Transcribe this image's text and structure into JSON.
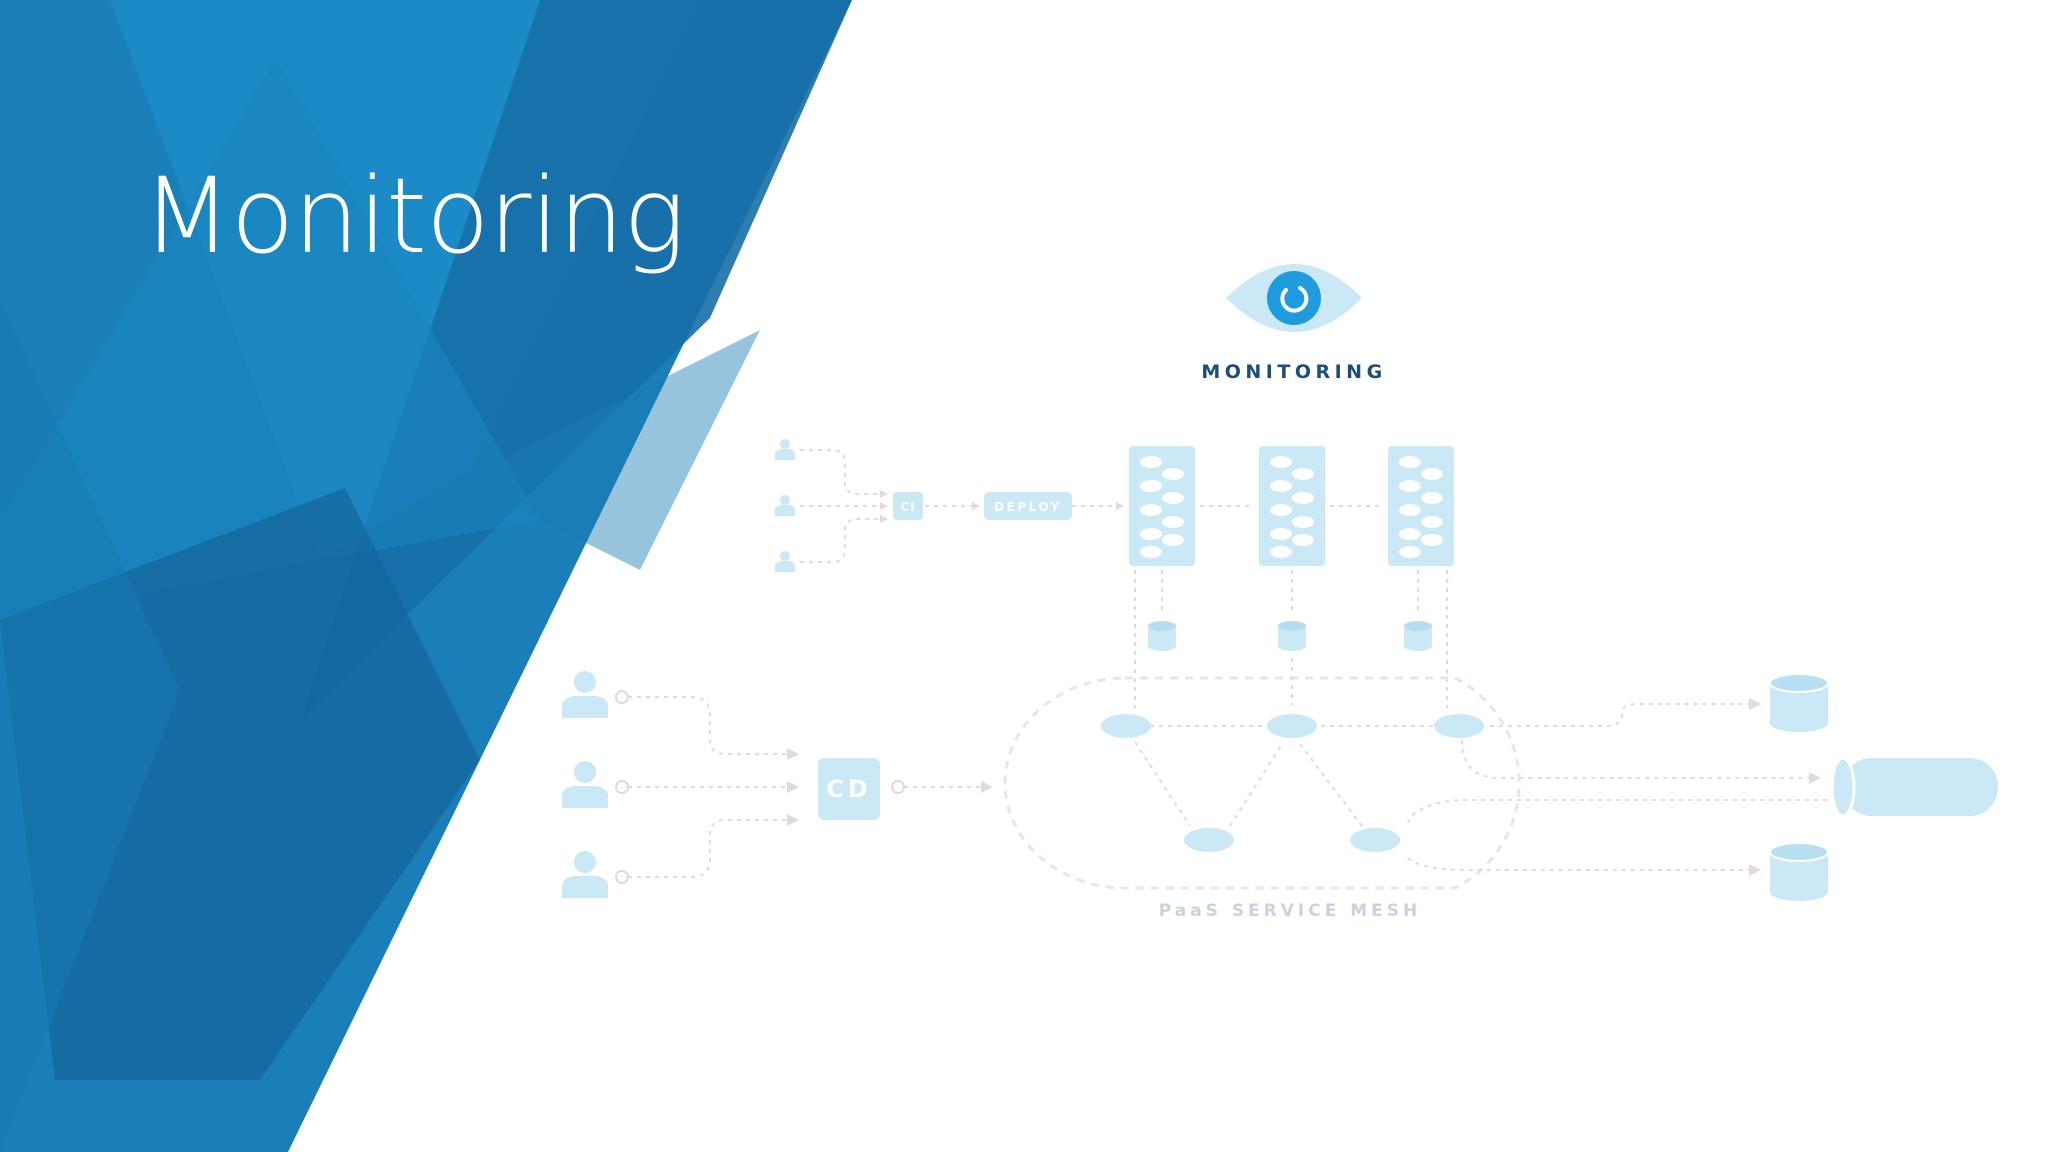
{
  "slide": {
    "title": "Monitoring"
  },
  "diagram": {
    "monitor_label": "MONITORING",
    "ci_label": "CI",
    "deploy_label": "DEPLOY",
    "cd_label": "CD",
    "mesh_label": "PaaS SERVICE MESH",
    "icons": [
      "eye-icon",
      "user-icon",
      "server-rack-icon",
      "database-icon",
      "service-node-icon",
      "pipe-icon"
    ]
  },
  "colors": {
    "brand_blue": "#1a8ac6",
    "dark_blue": "#15679b",
    "accent_blue": "#1f9ce0",
    "label_navy": "#1b4f7a",
    "light_blue": "#cbe8f6",
    "muted_gray": "#c9d3dc"
  }
}
